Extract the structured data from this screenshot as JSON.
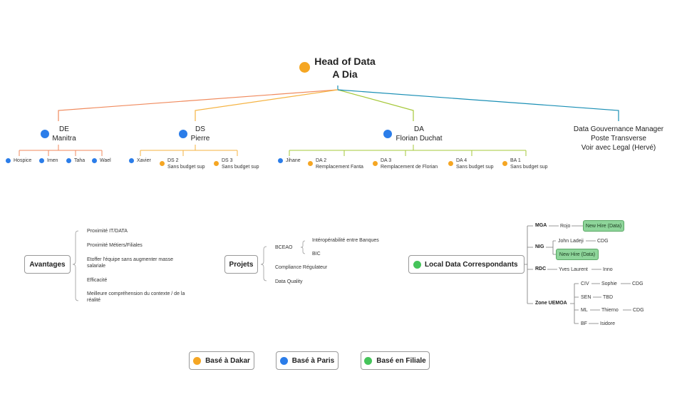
{
  "root": {
    "title": "Head of Data",
    "name": "A Dia"
  },
  "de": {
    "title": "DE",
    "name": "Manitra",
    "children": [
      "Hospice",
      "Imen",
      "Taha",
      "Wael"
    ]
  },
  "ds": {
    "title": "DS",
    "name": "Pierre",
    "children": [
      "Xavier",
      "DS 2",
      "DS 3"
    ],
    "children_sub": [
      "",
      "Sans budget sup",
      "Sans budget sup"
    ]
  },
  "da": {
    "title": "DA",
    "name": "Florian Duchat",
    "children": [
      "Jihane",
      "DA 2",
      "DA 3",
      "DA 4",
      "BA 1"
    ],
    "children_sub": [
      "",
      "Remplacement Fanta",
      "Remplacement de Florian",
      "Sans budget sup",
      "Sans budget sup"
    ]
  },
  "dgm": {
    "line1": "Data Gouvernance Manager",
    "line2": "Poste Transverse",
    "line3": "Voir avec Legal (Hervé)"
  },
  "avantages": {
    "title": "Avantages",
    "items": [
      "Proximité IT/DATA",
      "Proximité Métiers/Filiales",
      "Etoffer l'équipe sans augmenter masse salariale",
      "Efficacité",
      "Meilleure compréhension du contexte / de la réalité"
    ]
  },
  "projets": {
    "title": "Projets",
    "bceao": "BCEAO",
    "bceao_items": [
      "Intéropérabilité entre Banques",
      "BIC"
    ],
    "items": [
      "Compliance Régulateur",
      "Data Quality"
    ]
  },
  "ldc": {
    "title": "Local Data Correspondants",
    "mga": {
      "code": "MGA",
      "person": "Rojo",
      "new_hire": "New Hire (Data)"
    },
    "nig": {
      "code": "NIG",
      "person": "John Ladeji",
      "role": "CDG",
      "new_hire": "New Hire (Data)"
    },
    "rdc": {
      "code": "RDC",
      "person": "Yves Laurent",
      "role": "Inno"
    },
    "uemoa": {
      "code": "Zone UEMOA",
      "rows": [
        {
          "country": "CIV",
          "person": "Sophie",
          "role": "CDG"
        },
        {
          "country": "SEN",
          "person": "TBD",
          "role": ""
        },
        {
          "country": "ML",
          "person": "Thierno",
          "role": "CDG"
        },
        {
          "country": "BF",
          "person": "Isidore",
          "role": ""
        }
      ]
    }
  },
  "legend": [
    "Basé à Dakar",
    "Basé à Paris",
    "Basé en Filiale"
  ],
  "colors": {
    "paris": "#2b7de9",
    "dakar": "#f5a623",
    "filiale": "#45c45a",
    "new_hire": "#8ed59a"
  }
}
